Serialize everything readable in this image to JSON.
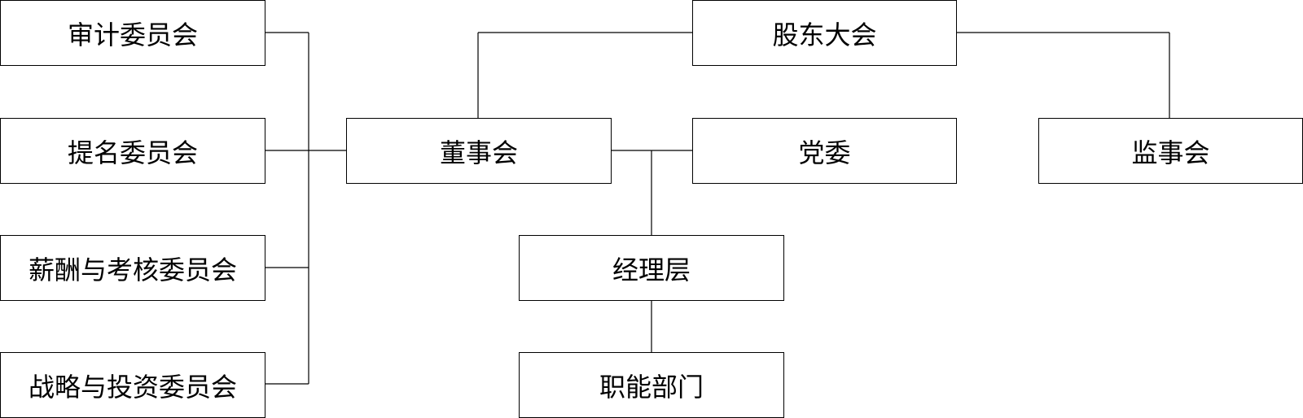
{
  "nodes": {
    "shareholders": "股东大会",
    "board": "董事会",
    "party": "党委",
    "supervisors": "监事会",
    "management": "经理层",
    "departments": "职能部门",
    "committees": {
      "audit": "审计委员会",
      "nomination": "提名委员会",
      "compensation": "薪酬与考核委员会",
      "strategy": "战略与投资委员会"
    }
  },
  "colors": {
    "line": "#000000",
    "box_border": "#000000",
    "background": "#ffffff"
  }
}
